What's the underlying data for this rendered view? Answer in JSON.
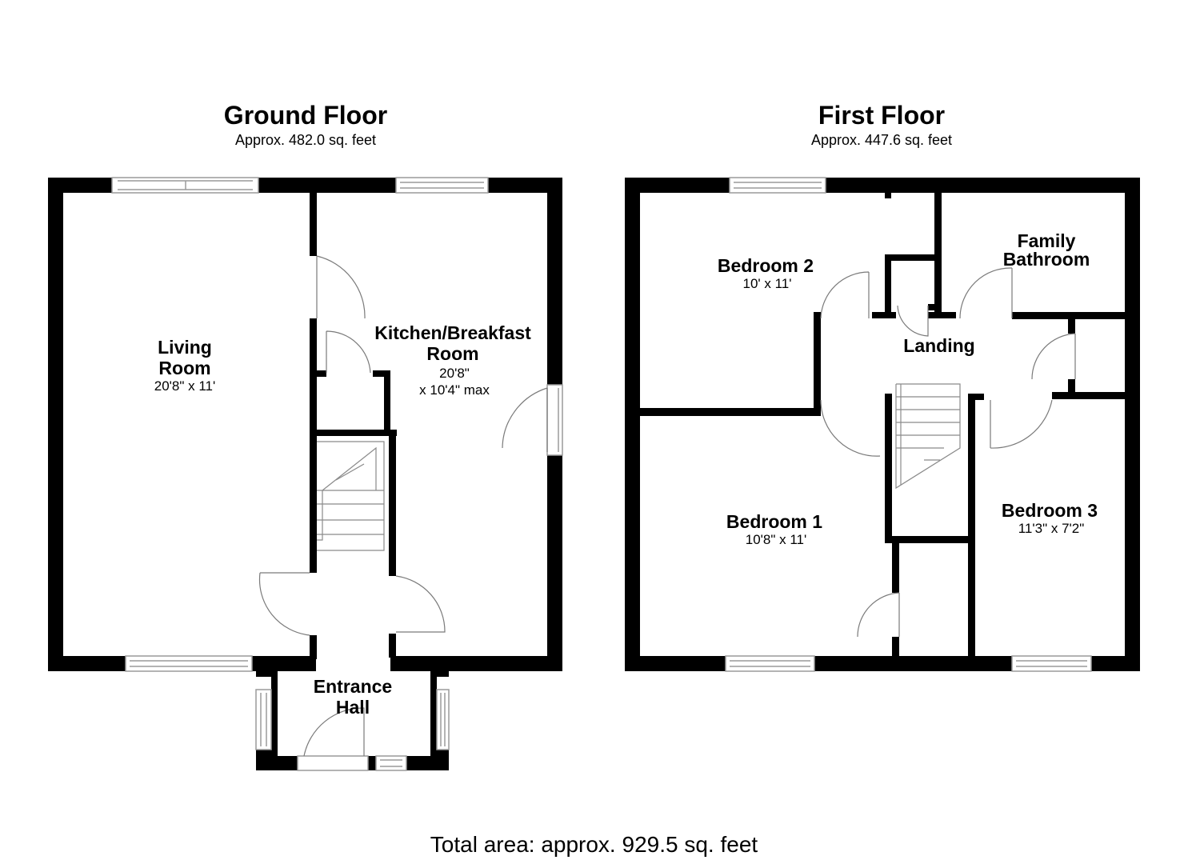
{
  "ground_floor": {
    "title": "Ground Floor",
    "area": "Approx. 482.0 sq. feet",
    "rooms": {
      "living": {
        "name1": "Living",
        "name2": "Room",
        "dims": "20'8\" x 11'"
      },
      "kitchen": {
        "name1": "Kitchen/Breakfast",
        "name2": "Room",
        "dims1": "20'8\"",
        "dims2": "x 10'4\" max"
      },
      "hall": {
        "name1": "Entrance",
        "name2": "Hall"
      }
    }
  },
  "first_floor": {
    "title": "First Floor",
    "area": "Approx. 447.6 sq. feet",
    "rooms": {
      "bedroom2": {
        "name": "Bedroom 2",
        "dims": "10' x 11'"
      },
      "bathroom": {
        "name1": "Family",
        "name2": "Bathroom"
      },
      "landing": {
        "name": "Landing"
      },
      "bedroom1": {
        "name": "Bedroom 1",
        "dims": "10'8\" x 11'"
      },
      "bedroom3": {
        "name": "Bedroom 3",
        "dims": "11'3\" x 7'2\""
      }
    }
  },
  "total_area": "Total area: approx. 929.5 sq. feet",
  "colors": {
    "wall": "#000000",
    "background": "#ffffff",
    "window_frame": "#9a9a9a"
  }
}
